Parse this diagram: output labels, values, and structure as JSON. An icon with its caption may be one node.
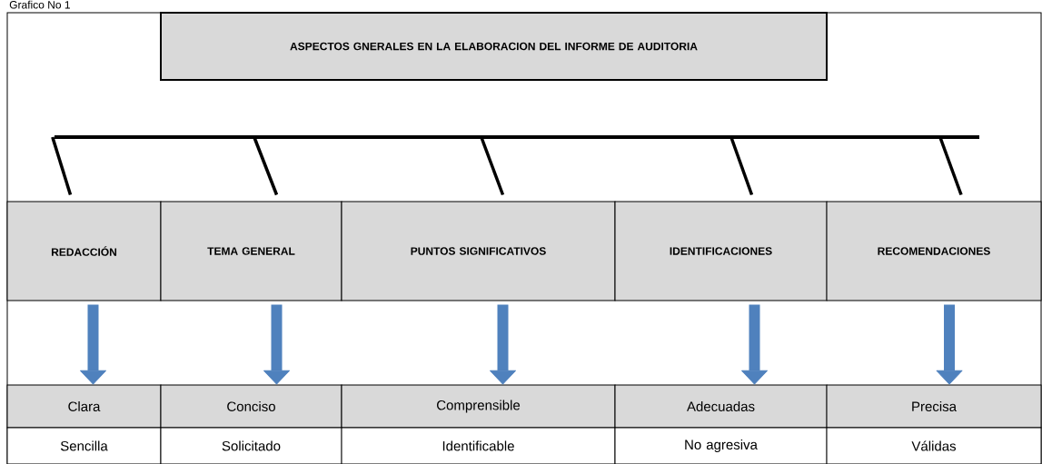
{
  "diagram": {
    "nodes": [
      {
        "text": [
          "ASPECTOS GNERALES EN LA ELABORACION DEL INFORME DE AUDITORIA"
        ]
      },
      {
        "text": [
          "REDACCIÓN"
        ]
      },
      {
        "text": [
          "TEMA GENERAL"
        ]
      },
      {
        "text": [
          "PUNTOS SIGNIFICATIVOS"
        ]
      },
      {
        "text": [
          "IDENTIFICACIONES"
        ]
      },
      {
        "text": [
          "RECOMENDACIONES"
        ]
      },
      {
        "text": [
          "Clara"
        ]
      },
      {
        "text": [
          "Conciso"
        ]
      },
      {
        "text": [
          "Comprensible"
        ]
      },
      {
        "text": [
          "Adecuadas"
        ]
      },
      {
        "text": [
          "Precisa"
        ]
      },
      {
        "text": [
          "Sencilla"
        ]
      },
      {
        "text": [
          "Solicitado"
        ]
      },
      {
        "text": [
          "Identificable"
        ]
      },
      {
        "text": [
          "No agresiva"
        ]
      },
      {
        "text": [
          "Válidas"
        ]
      },
      {
        "text": [],
        "shape": "bar"
      }
    ],
    "edges": [
      {
        "from": 16,
        "to": 1,
        "arrow": "none"
      },
      {
        "from": 16,
        "to": 2,
        "arrow": "none"
      },
      {
        "from": 16,
        "to": 3,
        "arrow": "none"
      },
      {
        "from": 16,
        "to": 4,
        "arrow": "none"
      },
      {
        "from": 16,
        "to": 5,
        "arrow": "none"
      },
      {
        "from": 1,
        "to": 6,
        "arrow": "to",
        "style": "thick",
        "color": "#4f81bd"
      },
      {
        "from": 2,
        "to": 7,
        "arrow": "to",
        "style": "thick",
        "color": "#4f81bd"
      },
      {
        "from": 3,
        "to": 8,
        "arrow": "to",
        "style": "thick",
        "color": "#4f81bd"
      },
      {
        "from": 4,
        "to": 9,
        "arrow": "to",
        "style": "thick",
        "color": "#4f81bd"
      },
      {
        "from": 5,
        "to": 10,
        "arrow": "to",
        "style": "thick",
        "color": "#4f81bd"
      }
    ],
    "labels": [
      "Grafico No 1"
    ]
  }
}
